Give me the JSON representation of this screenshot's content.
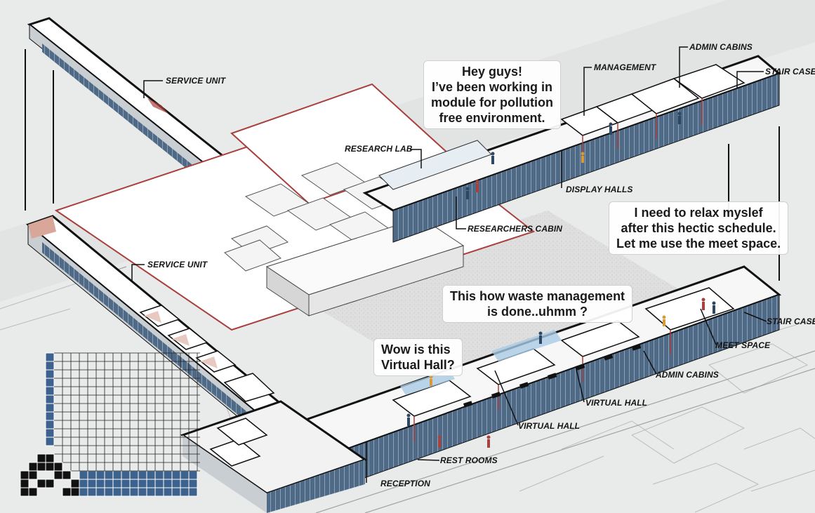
{
  "callouts": {
    "research": "Hey guys!\nI’ve been working in\nmodule for pollution\nfree environment.",
    "relax": "I  need to relax myslef\nafter this hectic schedule.\nLet me use the meet space.",
    "waste": "This how waste management\nis done..uhmm ?",
    "virtual": "Wow is this\nVirtual Hall?"
  },
  "labels": {
    "service_unit_top": "SERVICE UNIT",
    "service_unit_left": "SERVICE UNIT",
    "research_lab": "RESEARCH LAB",
    "management": "MANAGEMENT",
    "admin_cabins_top": "ADMIN CABINS",
    "stair_case_top": "STAIR CASE",
    "display_halls": "DISPLAY HALLS",
    "researchers_cabin": "RESEARCHERS CABIN",
    "stair_case_right": "STAIR CASE",
    "meet_space": "MEET SPACE",
    "admin_cabins_bottom": "ADMIN CABINS",
    "virtual_hall_1": "VIRTUAL HALL",
    "virtual_hall_2": "VIRTUAL HALL",
    "rest_rooms": "REST ROOMS",
    "reception": "RECEPTION"
  },
  "colors": {
    "background": "#e9eaea",
    "roof": "#ffffff",
    "wall_outline": "#111111",
    "accent_red": "#a8403e",
    "facade_blue": "#3f5f80",
    "logo_blue": "#3c628d"
  },
  "logo": {
    "icon": "pixel-grid-logo"
  }
}
